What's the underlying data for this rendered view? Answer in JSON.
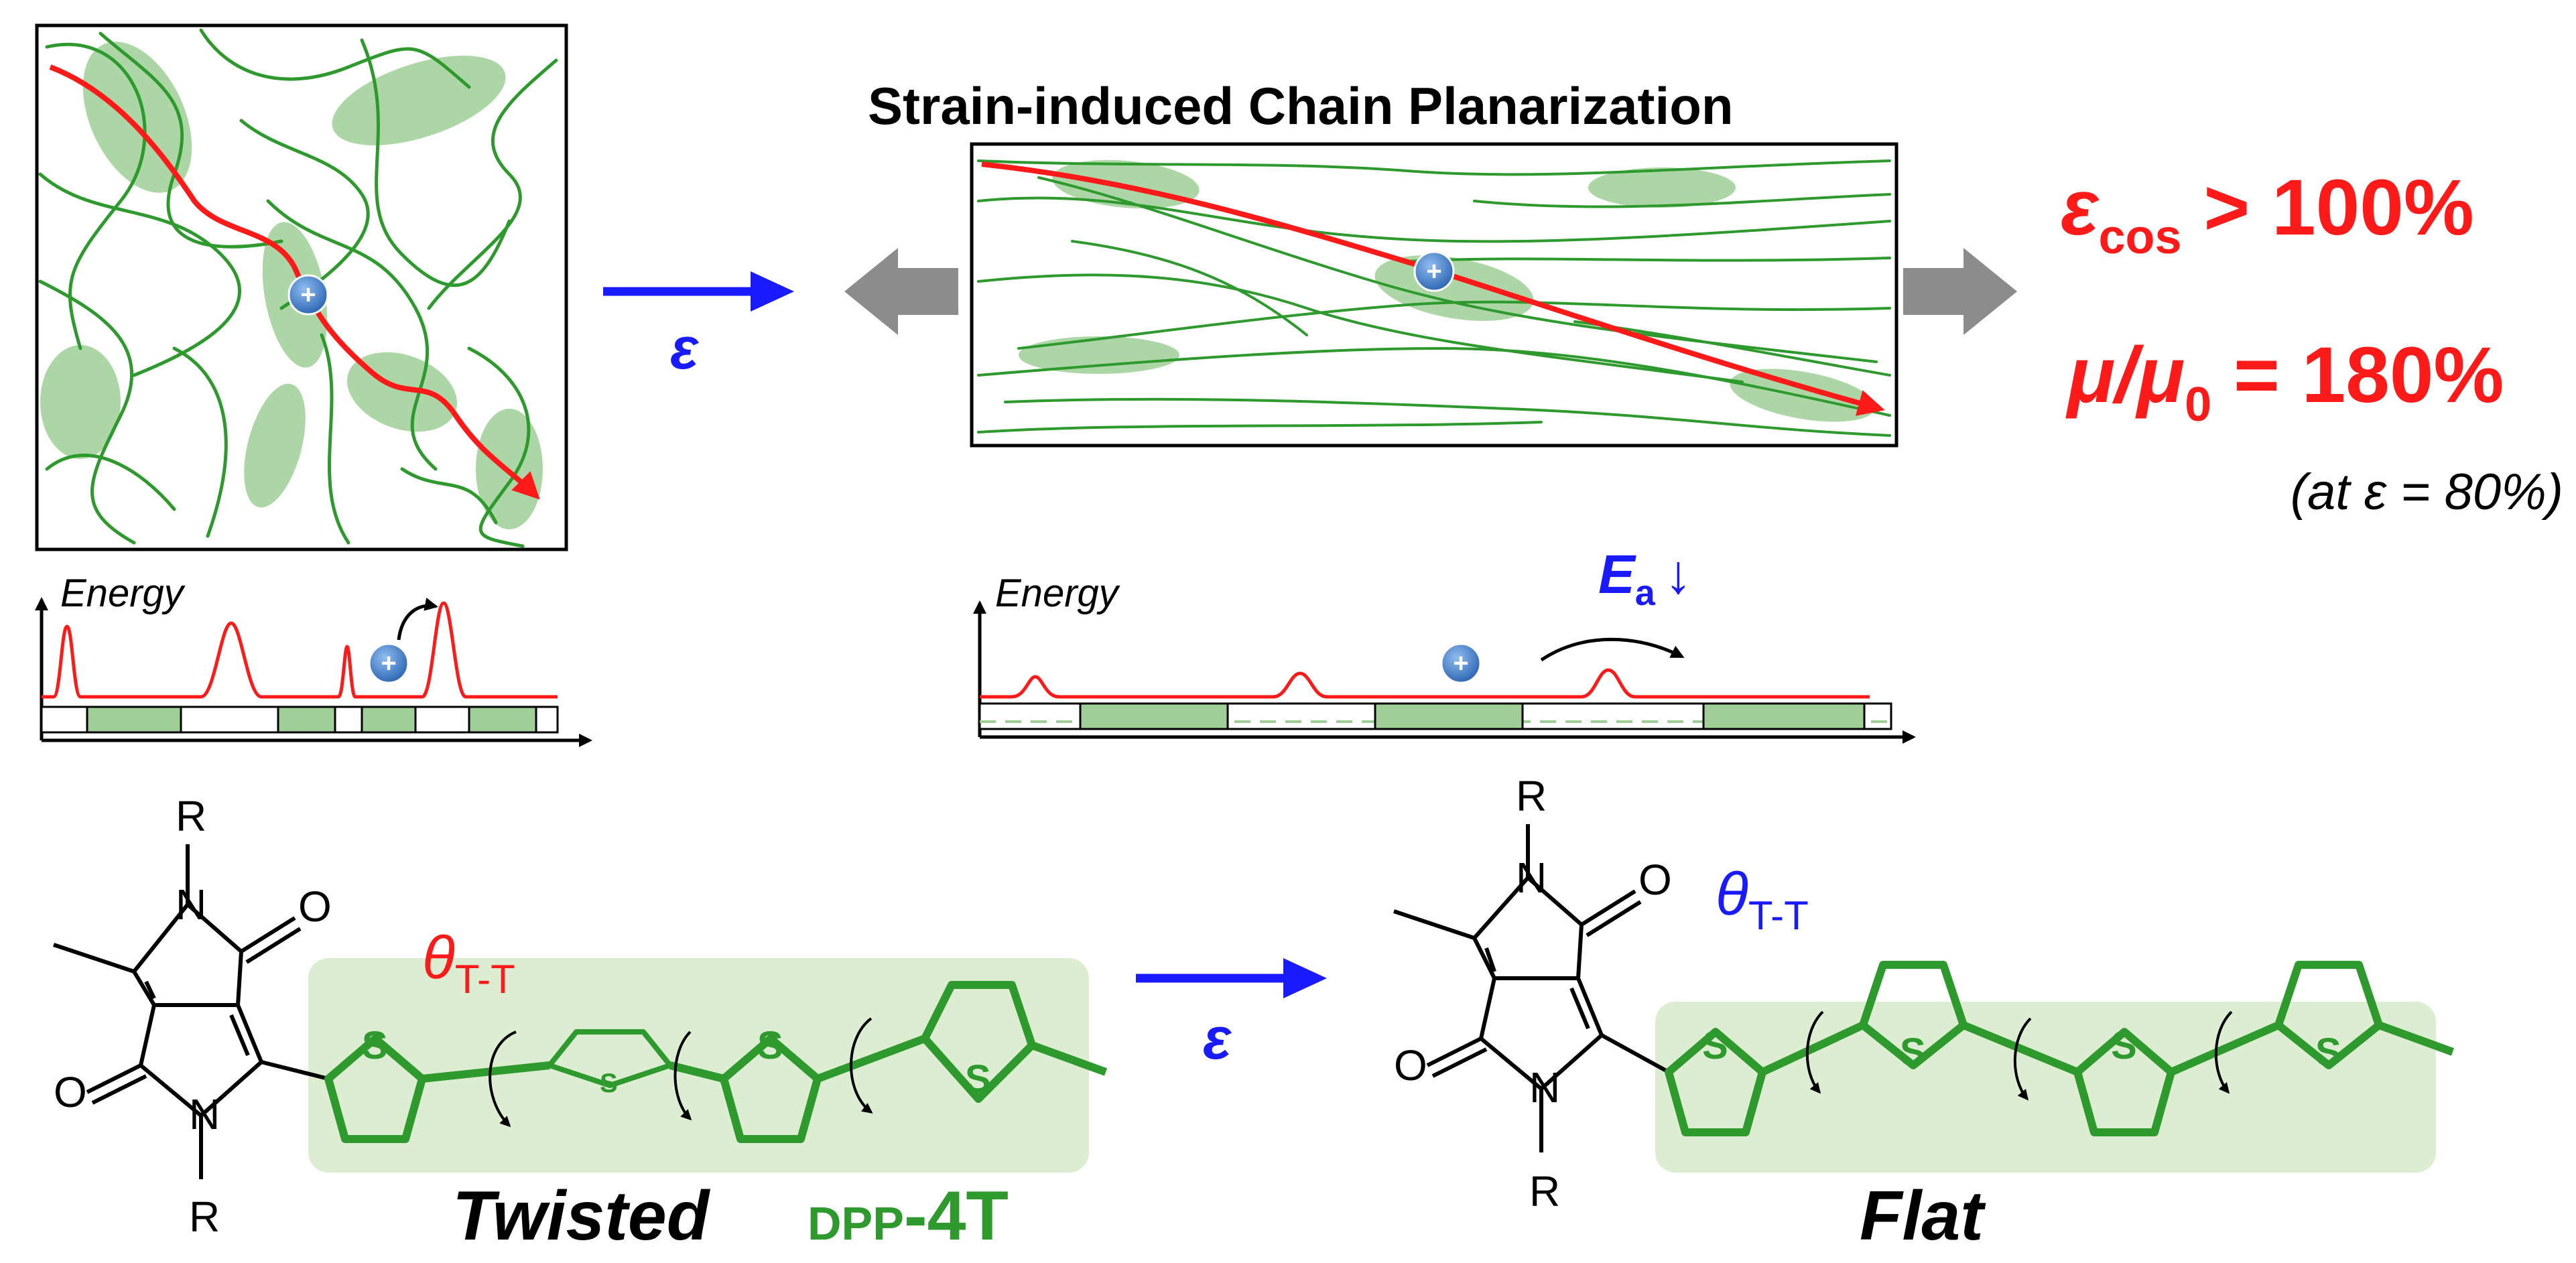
{
  "title": "Strain-induced Chain Planarization",
  "energy_label": "Energy",
  "strain_symbol": "ε",
  "activation": {
    "main": "E",
    "sub": "a",
    "arrow": "↓"
  },
  "results": {
    "cos_main": "ε",
    "cos_sub": "cos",
    "cos_value": " > 100%",
    "mu_main": "μ/μ",
    "mu_sub": "0",
    "mu_value": " = 180%",
    "condition": "(at ε = 80%)"
  },
  "molecule_left": {
    "r_top": "R",
    "r_bottom": "R",
    "n_top": "N",
    "n_bottom": "N",
    "o_top": "O",
    "o_bottom": "O",
    "sulfur": [
      "S",
      "S",
      "S",
      "S"
    ],
    "angle_main": "θ",
    "angle_sub": "T-T",
    "state": "Twisted",
    "name_prefix": "DPP",
    "name_suffix": "-4T"
  },
  "molecule_right": {
    "r_top": "R",
    "r_bottom": "R",
    "n_top": "N",
    "n_bottom": "N",
    "o_top": "O",
    "o_bottom": "O",
    "sulfur": [
      "S",
      "S",
      "S",
      "S"
    ],
    "angle_main": "θ",
    "angle_sub": "T-T",
    "state": "Flat"
  },
  "colors": {
    "chain_green": "#2e9a2e",
    "aggregate_green": "#9fcf96",
    "transport_red": "#ff1a1a",
    "strain_blue": "#1a1aff",
    "pull_gray": "#8c8c8c",
    "charge_blue": "#3b79c6",
    "flat_box": "#dcedd2"
  }
}
